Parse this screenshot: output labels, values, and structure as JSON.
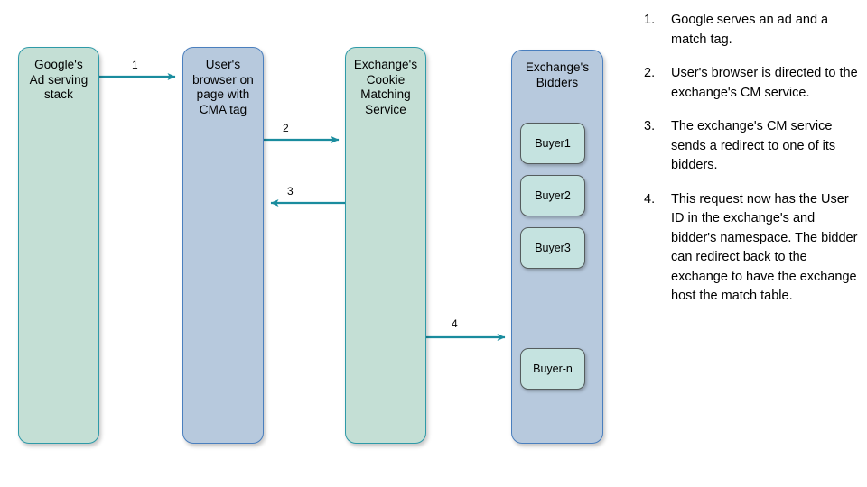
{
  "diagram": {
    "type": "flow-diagram",
    "nodes": [
      {
        "id": "google",
        "label": "Google's\nAd serving\nstack",
        "color": "#c4dfd5",
        "border": "#2e9aa8"
      },
      {
        "id": "browser",
        "label": "User's\nbrowser on\npage with\nCMA tag",
        "color": "#b7c9dd",
        "border": "#4a7fbe"
      },
      {
        "id": "cms",
        "label": "Exchange's\nCookie\nMatching\nService",
        "color": "#c4dfd5",
        "border": "#2e9aa8"
      },
      {
        "id": "bidders",
        "label": "Exchange's\nBidders",
        "color": "#b7c9dd",
        "border": "#4a7fbe"
      }
    ],
    "buyers": [
      {
        "id": "buyer-1",
        "label": "Buyer1"
      },
      {
        "id": "buyer-2",
        "label": "Buyer2"
      },
      {
        "id": "buyer-3",
        "label": "Buyer3"
      },
      {
        "id": "buyer-n",
        "label": "Buyer-n"
      }
    ],
    "arrows": [
      {
        "id": "1",
        "label": "1",
        "from": "google",
        "to": "browser",
        "direction": "right"
      },
      {
        "id": "2",
        "label": "2",
        "from": "browser",
        "to": "cms",
        "direction": "right"
      },
      {
        "id": "3",
        "label": "3",
        "from": "cms",
        "to": "browser",
        "direction": "left"
      },
      {
        "id": "4",
        "label": "4",
        "from": "cms",
        "to": "bidders",
        "direction": "right"
      }
    ],
    "arrow_color": "#1a8c9e"
  },
  "steps": [
    {
      "num": "1.",
      "text": "Google serves an ad and a match tag."
    },
    {
      "num": "2.",
      "text": "User's browser is directed to the exchange's CM service."
    },
    {
      "num": "3.",
      "text": "The exchange's CM service sends a redirect to one of its bidders."
    },
    {
      "num": "4.",
      "text": "This request now has the User ID in the exchange's and bidder's namespace. The bidder can redirect back to the exchange to have the exchange host the match table."
    }
  ]
}
